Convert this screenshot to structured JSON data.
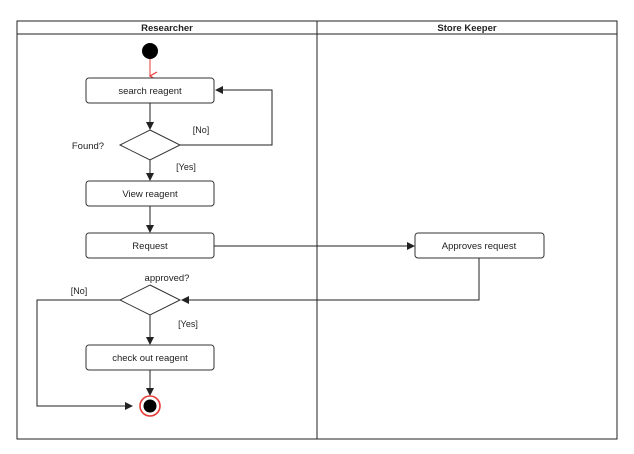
{
  "swimlanes": [
    {
      "title": "Researcher"
    },
    {
      "title": "Store Keeper"
    }
  ],
  "actions": {
    "search_reagent": "search reagent",
    "view_reagent": "View reagent",
    "request": "Request",
    "approves_request": "Approves request",
    "check_out_reagent": "check out reagent"
  },
  "decisions": {
    "found": "Found?",
    "approved": "approved?"
  },
  "guards": {
    "found_no": "[No]",
    "found_yes": "[Yes]",
    "approved_no": "[No]",
    "approved_yes": "[Yes]"
  },
  "colors": {
    "start_arrow": "#e53935",
    "end_ring": "#e53935",
    "node_fill": "#000000"
  }
}
